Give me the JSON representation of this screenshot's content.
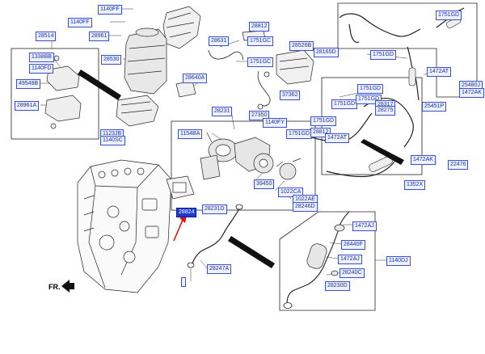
{
  "diagram": {
    "type": "exploded-parts-diagram",
    "direction_label": "FR.",
    "highlight_color": "#1e3cc8",
    "label_color": "#1a2ea8",
    "arrow_color": "#e01010",
    "part_labels": [
      {
        "id": "p1",
        "text": "1140FF"
      },
      {
        "id": "p2",
        "text": "1140FF"
      },
      {
        "id": "p3",
        "text": "28961"
      },
      {
        "id": "p4",
        "text": "28514"
      },
      {
        "id": "p5",
        "text": "1338BB"
      },
      {
        "id": "p6",
        "text": "1140FD"
      },
      {
        "id": "p7",
        "text": "49548B"
      },
      {
        "id": "p8",
        "text": "28961A"
      },
      {
        "id": "p9",
        "text": "28530"
      },
      {
        "id": "p10",
        "text": "1123JB"
      },
      {
        "id": "p11",
        "text": "1140SC"
      },
      {
        "id": "p12",
        "text": "28812"
      },
      {
        "id": "p13",
        "text": "28631"
      },
      {
        "id": "p14",
        "text": "1751GC"
      },
      {
        "id": "p15",
        "text": "1751GC"
      },
      {
        "id": "p16",
        "text": "28640A"
      },
      {
        "id": "p17",
        "text": "28526B"
      },
      {
        "id": "p18",
        "text": "28165D"
      },
      {
        "id": "p19",
        "text": "37362"
      },
      {
        "id": "p20",
        "text": "28231"
      },
      {
        "id": "p21",
        "text": "27350"
      },
      {
        "id": "p22",
        "text": "1140FY"
      },
      {
        "id": "p23",
        "text": "1154BA"
      },
      {
        "id": "p24",
        "text": "1751GD"
      },
      {
        "id": "p25",
        "text": "1751GD"
      },
      {
        "id": "p26",
        "text": "1751GD"
      },
      {
        "id": "p27",
        "text": "1751GD"
      },
      {
        "id": "p28",
        "text": "1751GD"
      },
      {
        "id": "p29",
        "text": "1751GD"
      },
      {
        "id": "p30",
        "text": "1751GD"
      },
      {
        "id": "p31",
        "text": "28812"
      },
      {
        "id": "p32",
        "text": "28317"
      },
      {
        "id": "p33",
        "text": "28275"
      },
      {
        "id": "p34",
        "text": "1472AT"
      },
      {
        "id": "p35",
        "text": "1472AT"
      },
      {
        "id": "p36",
        "text": "25451P"
      },
      {
        "id": "p37",
        "text": "25480J"
      },
      {
        "id": "p38",
        "text": "1472AK"
      },
      {
        "id": "p39",
        "text": "1472AK"
      },
      {
        "id": "p40",
        "text": "1352X"
      },
      {
        "id": "p41",
        "text": "22476"
      },
      {
        "id": "p42",
        "text": "39450"
      },
      {
        "id": "p43",
        "text": "1022CA"
      },
      {
        "id": "p44",
        "text": "1022AE"
      },
      {
        "id": "p45",
        "text": "28246D"
      },
      {
        "id": "p46",
        "text": "28231D"
      },
      {
        "id": "p47",
        "text": "28824"
      },
      {
        "id": "p48",
        "text": "1472AJ"
      },
      {
        "id": "p49",
        "text": "28440F"
      },
      {
        "id": "p50",
        "text": "1472AJ"
      },
      {
        "id": "p51",
        "text": "28240C"
      },
      {
        "id": "p52",
        "text": "28230D"
      },
      {
        "id": "p53",
        "text": "1140DJ"
      },
      {
        "id": "p54",
        "text": "28247A"
      }
    ]
  }
}
